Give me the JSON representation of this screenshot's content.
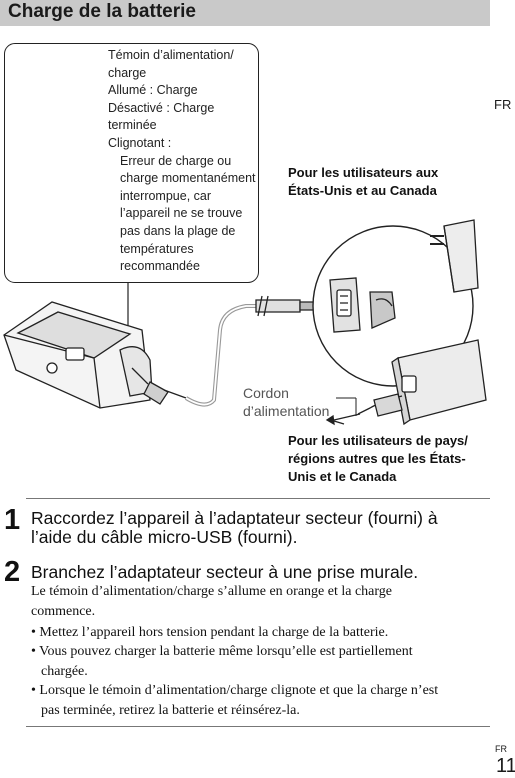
{
  "header": {
    "title": "Charge de la batterie"
  },
  "language_tab": "FR",
  "callout": {
    "lines": [
      "Témoin d’alimentation/",
      "charge",
      "Allumé : Charge",
      "Désactivé : Charge",
      "terminée",
      "Clignotant :"
    ],
    "indented_lines": [
      "Erreur de charge ou",
      "charge momentanément",
      "interrompue, car",
      "l’appareil ne se trouve",
      "pas dans la plage de",
      "températures",
      "recommandée"
    ]
  },
  "captions": {
    "us_canada": [
      "Pour les utilisateurs aux",
      "États-Unis et au Canada"
    ],
    "other_regions": [
      "Pour les utilisateurs de pays/",
      "régions autres que les États-",
      "Unis et le Canada"
    ]
  },
  "cord_label": [
    "Cordon",
    "d’alimentation"
  ],
  "steps": [
    {
      "number": "1",
      "lines": [
        "Raccordez l’appareil à l’adaptateur secteur (fourni) à",
        "l’aide du câble micro-USB (fourni)."
      ]
    },
    {
      "number": "2",
      "lines": [
        "Branchez l’adaptateur secteur à une prise murale."
      ]
    }
  ],
  "body": {
    "intro": [
      "Le témoin d’alimentation/charge s’allume en orange et la charge",
      "commence."
    ],
    "bullets": [
      {
        "lines": [
          "• Mettez l’appareil hors tension pendant la charge de la batterie."
        ]
      },
      {
        "lines": [
          "• Vous pouvez charger la batterie même lorsqu’elle est partiellement",
          "chargée."
        ]
      },
      {
        "lines": [
          "• Lorsque le témoin d’alimentation/charge clignote et que la charge n’est",
          "pas terminée, retirez la batterie et réinsérez-la."
        ]
      }
    ]
  },
  "footer": {
    "lang": "FR",
    "page": "11"
  }
}
